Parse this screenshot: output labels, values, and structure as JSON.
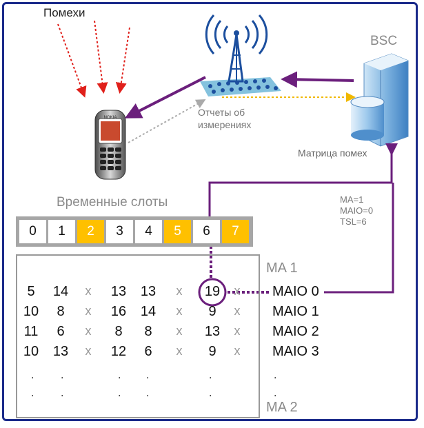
{
  "labels": {
    "interference": "Помехи",
    "bsc": "BSC",
    "reports": "Отчеты об измерениях",
    "matrix": "Матрица помех",
    "ma_params": "MA=1\nMAIO=0\nTSL=6",
    "slots_title": "Временные слоты"
  },
  "slots": [
    {
      "label": "0",
      "highlighted": false
    },
    {
      "label": "1",
      "highlighted": false
    },
    {
      "label": "2",
      "highlighted": true
    },
    {
      "label": "3",
      "highlighted": false
    },
    {
      "label": "4",
      "highlighted": false
    },
    {
      "label": "5",
      "highlighted": true
    },
    {
      "label": "6",
      "highlighted": false
    },
    {
      "label": "7",
      "highlighted": true
    }
  ],
  "table": {
    "ma1": "MA 1",
    "ma2": "MA 2",
    "rows": [
      {
        "maio": "MAIO 0",
        "cells": [
          "5",
          "14",
          "x",
          "13",
          "13",
          "x",
          "19",
          "x"
        ]
      },
      {
        "maio": "MAIO 1",
        "cells": [
          "10",
          "8",
          "x",
          "16",
          "14",
          "x",
          "9",
          "x"
        ]
      },
      {
        "maio": "MAIO 2",
        "cells": [
          "11",
          "6",
          "x",
          "8",
          "8",
          "x",
          "13",
          "x"
        ]
      },
      {
        "maio": "MAIO 3",
        "cells": [
          "10",
          "13",
          "x",
          "12",
          "6",
          "x",
          "9",
          "x"
        ]
      }
    ],
    "dots": "."
  },
  "colors": {
    "purple": "#6b1f7c",
    "interference_arrows": "#e0201b",
    "slot_highlight": "#ffc000",
    "frame": "#1a2a8a",
    "report_dots_gray": "#aaaaaa",
    "report_dots_yellow": "#f0b800"
  }
}
